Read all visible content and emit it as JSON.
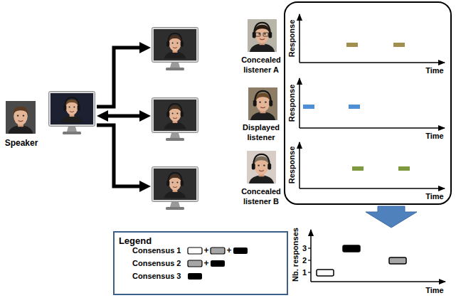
{
  "diagram": {
    "nodes": [
      {
        "text": [
          "Speaker"
        ]
      },
      {
        "text": [
          "Concealed listener A"
        ]
      },
      {
        "text": [
          "Displayed listener"
        ]
      },
      {
        "text": [
          "Concealed listener B"
        ]
      }
    ],
    "edges": [
      {
        "from": 0,
        "to": 1,
        "arrow": "to"
      },
      {
        "from": 0,
        "to": 2,
        "arrow": "both"
      },
      {
        "from": 0,
        "to": 3,
        "arrow": "to"
      }
    ],
    "labels": [
      "Response",
      "Time",
      "Response",
      "Time",
      "Response",
      "Time",
      "Legend",
      "+",
      "+",
      "+",
      "Nb. responses",
      "3",
      "2",
      "1",
      "Time"
    ],
    "legend": [
      {
        "text": "Consensus 1"
      },
      {
        "text": "Consensus 2"
      },
      {
        "text": "Consensus 3",
        "color": "#000000"
      }
    ]
  }
}
